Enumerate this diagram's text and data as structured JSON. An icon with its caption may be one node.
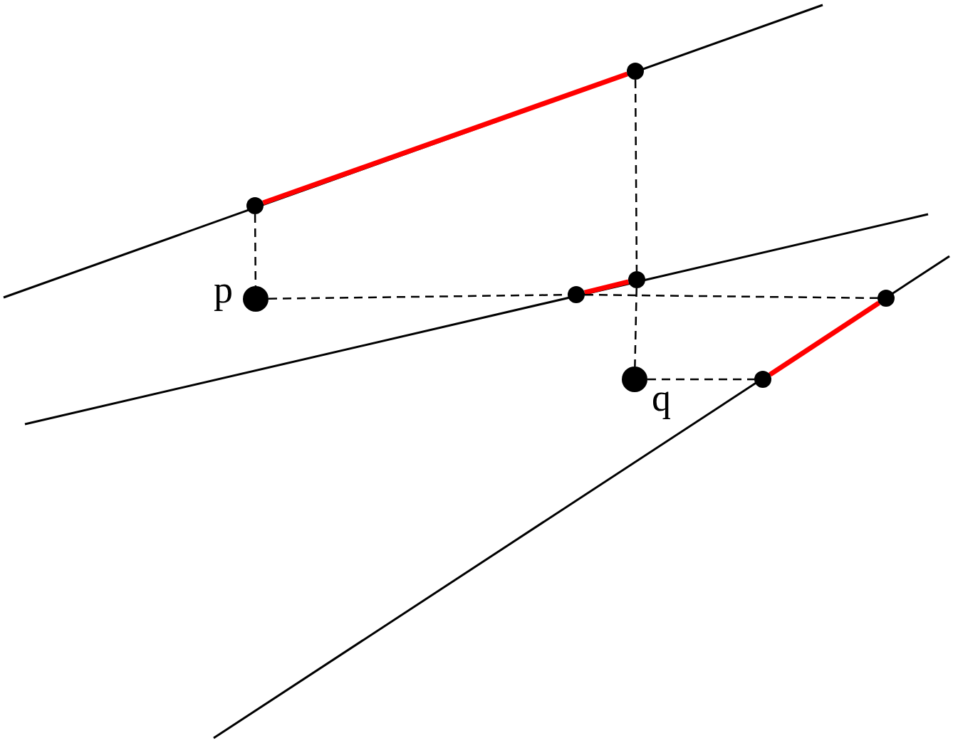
{
  "diagram": {
    "nodes": [
      {
        "text": [],
        "shape": "circle"
      },
      {
        "text": [],
        "shape": "circle"
      },
      {
        "text": [],
        "shape": "circle"
      },
      {
        "text": [],
        "shape": "circle"
      },
      {
        "text": [],
        "shape": "circle"
      },
      {
        "text": [],
        "shape": "circle",
        "beside": [
          "p"
        ]
      },
      {
        "text": [],
        "shape": "circle",
        "beside": [
          "q"
        ]
      },
      {
        "text": [],
        "shape": "circle"
      }
    ],
    "edges": [
      {
        "from": 1,
        "to": 0,
        "arrow": "none",
        "style": "thick",
        "color": "#ff0000"
      },
      {
        "from": 3,
        "to": 2,
        "arrow": "none",
        "style": "thick",
        "color": "#ff0000"
      },
      {
        "from": 7,
        "to": 4,
        "arrow": "none",
        "style": "thick",
        "color": "#ff0000"
      },
      {
        "from": 1,
        "to": 5,
        "arrow": "none",
        "style": "dashed"
      },
      {
        "from": 5,
        "to": 3,
        "arrow": "none",
        "style": "dashed"
      },
      {
        "from": 3,
        "to": 4,
        "arrow": "none",
        "style": "dashed"
      },
      {
        "from": 0,
        "to": 2,
        "arrow": "none",
        "style": "dashed"
      },
      {
        "from": 2,
        "to": 6,
        "arrow": "none",
        "style": "dashed"
      },
      {
        "from": 6,
        "to": 7,
        "arrow": "none",
        "style": "dashed"
      }
    ]
  }
}
